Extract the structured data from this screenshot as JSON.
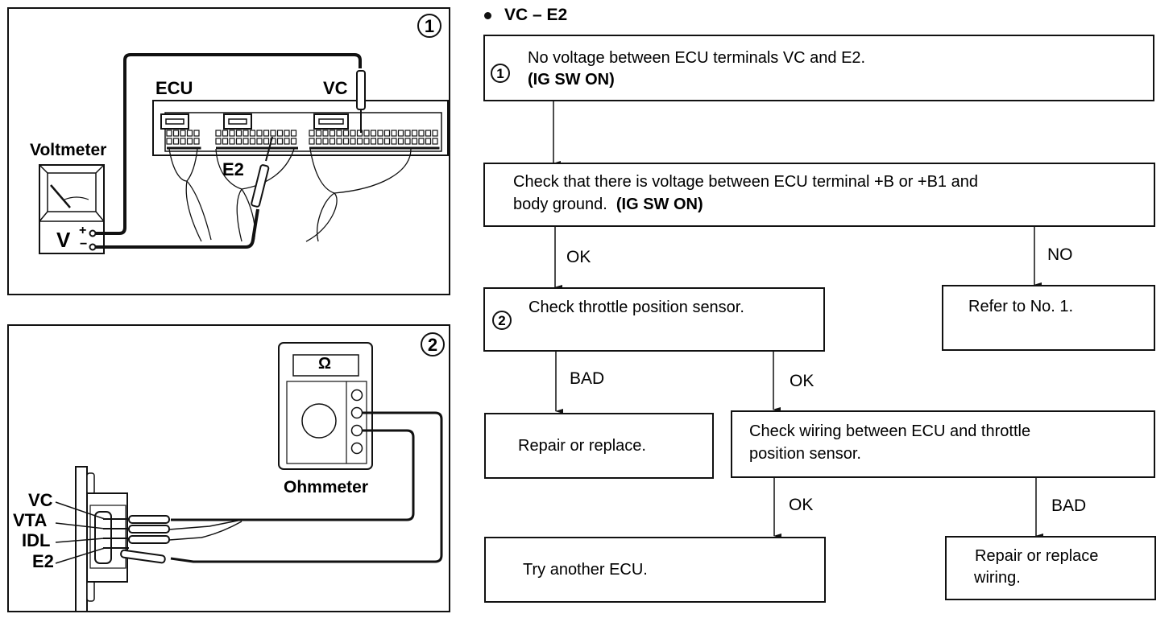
{
  "title": "VC – E2",
  "figure1": {
    "number": "1",
    "ecu_label": "ECU",
    "vc_label": "VC",
    "e2_label": "E2",
    "meter_label": "Voltmeter",
    "meter_symbol": "V",
    "plus": "+",
    "minus": "−"
  },
  "figure2": {
    "number": "2",
    "meter_label": "Ohmmeter",
    "meter_symbol": "Ω",
    "terminals": [
      "VC",
      "VTA",
      "IDL",
      "E2"
    ]
  },
  "flowchart": {
    "step1": {
      "marker": "1",
      "line1": "No voltage between ECU terminals VC and E2.",
      "line2": "(IG SW ON)"
    },
    "step_check_b": {
      "line1": "Check that there is voltage between ECU terminal +B or +B1 and",
      "line2a": "body ground.",
      "line2b": "(IG SW ON)"
    },
    "ok1": "OK",
    "no1": "NO",
    "step2": {
      "marker": "2",
      "text": "Check throttle position sensor."
    },
    "refer": "Refer to No. 1.",
    "bad1": "BAD",
    "ok2": "OK",
    "repair1": "Repair or replace.",
    "check_wiring": {
      "line1": "Check wiring between ECU and throttle",
      "line2": "position sensor."
    },
    "ok3": "OK",
    "bad2": "BAD",
    "try_ecu": "Try another ECU.",
    "repair2": {
      "line1": "Repair or replace",
      "line2": "wiring."
    }
  }
}
